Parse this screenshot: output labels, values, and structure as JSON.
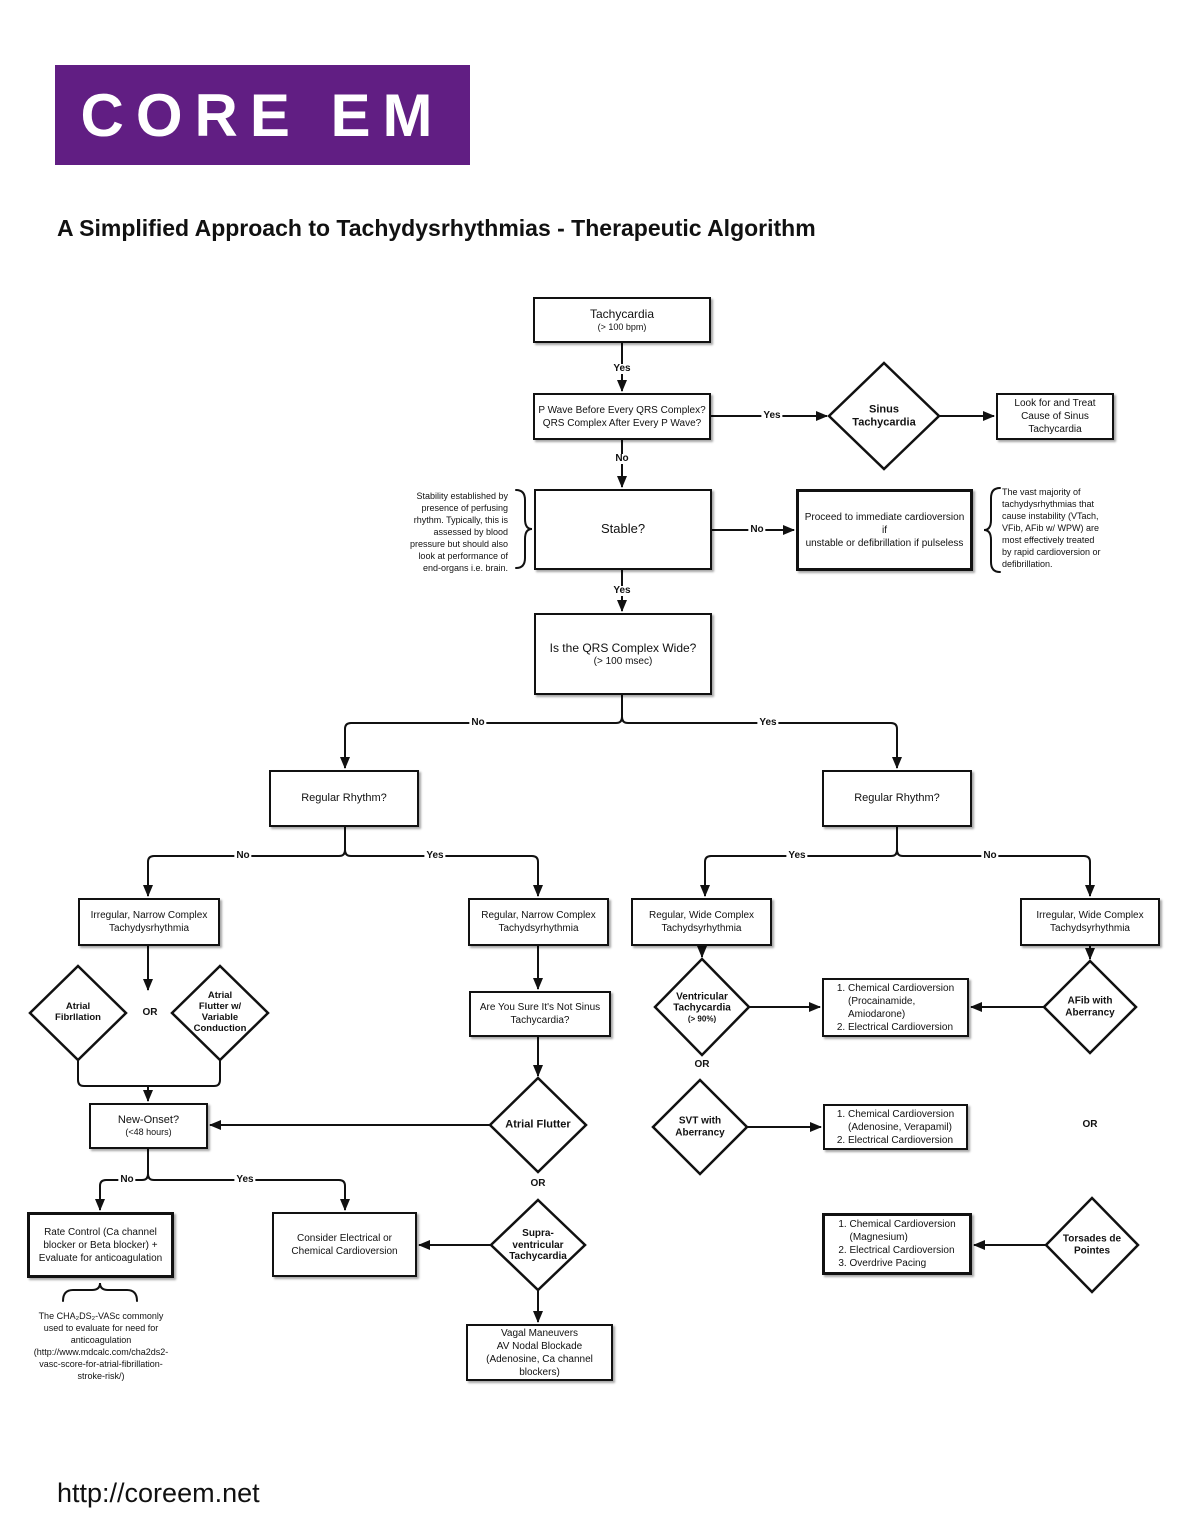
{
  "brand": {
    "logo_text": "CORE EM",
    "logo_bg": "#611E83",
    "line_color": "#111111",
    "url": "http://coreem.net"
  },
  "title": "A Simplified Approach to Tachydysrhythmias - Therapeutic Algorithm",
  "edge_labels": {
    "yes": "Yes",
    "no": "No",
    "or": "OR"
  },
  "nodes": {
    "tachycardia": {
      "title": "Tachycardia",
      "sub": "(> 100 bpm)"
    },
    "pwave": {
      "text": "P Wave Before Every QRS Complex?\nQRS Complex After Every P Wave?"
    },
    "sinus_tach": {
      "text": "Sinus\nTachycardia"
    },
    "look_treat": {
      "text": "Look for and Treat\nCause of Sinus\nTachycardia"
    },
    "stable": {
      "text": "Stable?"
    },
    "proceed": {
      "text": "Proceed to immediate cardioversion if\nunstable or defibrillation if pulseless"
    },
    "qrs_wide": {
      "title": "Is the QRS Complex Wide?",
      "sub": "(> 100 msec)"
    },
    "rr_left": {
      "text": "Regular Rhythm?"
    },
    "rr_right": {
      "text": "Regular Rhythm?"
    },
    "irreg_narrow": {
      "text": "Irregular, Narrow Complex\nTachydysrhythmia"
    },
    "reg_narrow": {
      "text": "Regular, Narrow Complex\nTachydsyrhythmia"
    },
    "reg_wide": {
      "text": "Regular, Wide Complex\nTachydsyrhythmia"
    },
    "irreg_wide": {
      "text": "Irregular, Wide Complex\nTachydsyrhythmia"
    },
    "afib": {
      "text": "Atrial\nFibrllation"
    },
    "aflutter_variable": {
      "text": "Atrial\nFlutter w/\nVariable\nConduction"
    },
    "new_onset": {
      "title": "New-Onset?",
      "sub": "(<48 hours)"
    },
    "rate_control": {
      "text": "Rate Control (Ca channel\nblocker or Beta blocker) +\nEvaluate for anticoagulation"
    },
    "consider_cardioversion": {
      "text": "Consider Electrical or\nChemical Cardioversion"
    },
    "are_you_sure": {
      "text": "Are You Sure It's Not Sinus\nTachycardia?"
    },
    "atrial_flutter": {
      "text": "Atrial Flutter"
    },
    "supraventricular": {
      "text": "Supra-\nventricular\nTachycardia"
    },
    "vagal": {
      "text": "Vagal Maneuvers\nAV Nodal Blockade\n(Adenosine, Ca channel\nblockers)"
    },
    "vt": {
      "title": "Ventricular\nTachycardia",
      "sub": "(> 90%)"
    },
    "vt_tx": {
      "text": "1. Chemical Cardioversion\n    (Procainamide,\n    Amiodarone)\n2. Electrical Cardioversion"
    },
    "svt_aberrancy": {
      "text": "SVT with\nAberrancy"
    },
    "svt_tx": {
      "text": "1. Chemical Cardioversion\n    (Adenosine, Verapamil)\n2. Electrical Cardioversion"
    },
    "afib_aberrancy": {
      "text": "AFib with\nAberrancy"
    },
    "torsades": {
      "text": "Torsades de\nPointes"
    },
    "torsades_tx": {
      "text": "1. Chemical Cardioversion\n    (Magnesium)\n2. Electrical Cardioversion\n3. Overdrive Pacing"
    }
  },
  "notes": {
    "stability": "Stability established by\npresence of perfusing\nrhythm. Typically, this is\nassessed by blood\npressure but should also\nlook at performance of\nend-organs i.e. brain.",
    "majority": "The vast majority of\ntachydysrhythmias that\ncause instability (VTach,\nVFib, AFib w/ WPW) are\nmost effectively treated\nby rapid cardioversion or\ndefibrillation.",
    "chads": "The CHA₂DS₂-VASc commonly\nused to evaluate for need for\nanticoagulation\n(http://www.mdcalc.com/cha2ds2-\nvasc-score-for-atrial-fibrillation-\nstroke-risk/)"
  }
}
